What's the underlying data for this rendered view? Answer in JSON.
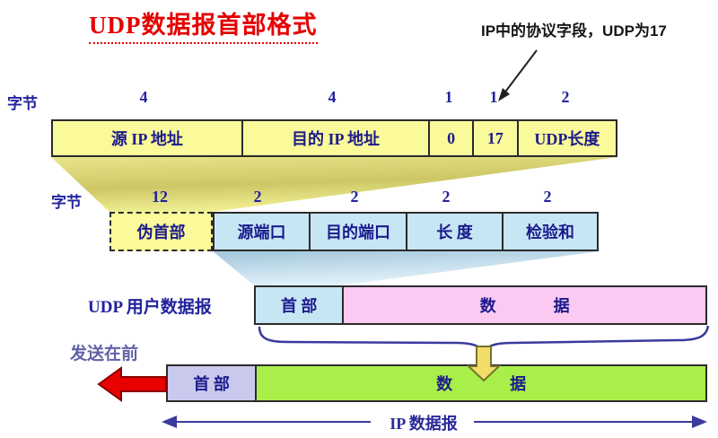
{
  "title": "UDP数据报首部格式",
  "annotation": "IP中的协议字段，UDP为17",
  "rows": {
    "ip_pseudo": {
      "byte_label": "字节",
      "numbers": [
        "4",
        "4",
        "1",
        "1",
        "2"
      ],
      "cells": [
        "源 IP 地址",
        "目的 IP 地址",
        "0",
        "17",
        "UDP长度"
      ]
    },
    "udp_header": {
      "byte_label": "字节",
      "numbers": [
        "12",
        "2",
        "2",
        "2",
        "2"
      ],
      "pseudo_cell": "伪首部",
      "cells": [
        "源端口",
        "目的端口",
        "长 度",
        "检验和"
      ]
    },
    "udp_datagram": {
      "label": "UDP 用户数据报",
      "header_cell": "首 部",
      "data_left": "数",
      "data_right": "据"
    },
    "ip_datagram": {
      "send_label": "发送在前",
      "header_cell": "首 部",
      "data_left": "数",
      "data_right": "据"
    }
  },
  "bottom_label": "IP 数据报",
  "colors": {
    "yellow_cell": "#fbfa9a",
    "blue_cell": "#c7e6f4",
    "pink_cell": "#fbc9f1",
    "lavender_cell": "#c9c9ed",
    "green_cell": "#a8ef49",
    "navy_text": "#22229e",
    "title_red": "#e60000",
    "arrow_red": "#e60000",
    "arrow_yellow": "#f2dc6a"
  }
}
